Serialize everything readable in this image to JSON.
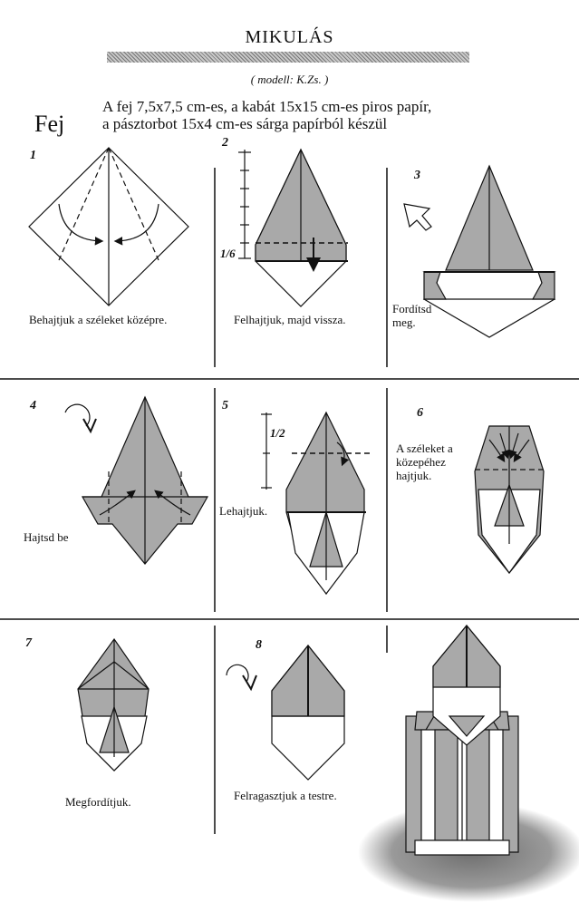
{
  "header": {
    "title": "MIKULÁS",
    "author": "( modell: K.Zs. )",
    "section": "Fej",
    "description": "A fej 7,5x7,5 cm-es, a kabát 15x15 cm-es piros papír,\na pásztorbot 15x4 cm-es sárga papírból készül"
  },
  "steps": [
    {
      "number": "1",
      "caption": "Behajtjuk a széleket középre."
    },
    {
      "number": "2",
      "caption": "Felhajtjuk, majd vissza.",
      "fraction": "1/6"
    },
    {
      "number": "3",
      "caption": "Fordítsd\nmeg."
    },
    {
      "number": "4",
      "caption": "Hajtsd be"
    },
    {
      "number": "5",
      "caption": "Lehajtjuk.",
      "fraction": "1/2"
    },
    {
      "number": "6",
      "caption": "A széleket a\nközepéhez\nhajtjuk."
    },
    {
      "number": "7",
      "caption": "Megfordítjuk."
    },
    {
      "number": "8",
      "caption": "Felragasztjuk a testre."
    },
    {
      "number": "",
      "caption": ""
    }
  ],
  "colors": {
    "paper_shade": "#a9a9a9",
    "paper_white": "#ffffff",
    "ink": "#111111",
    "ground": "#8a8a8a"
  }
}
